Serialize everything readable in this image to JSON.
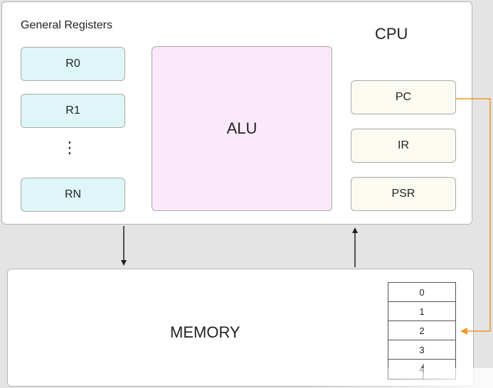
{
  "cpu": {
    "title": "CPU",
    "general_registers": {
      "heading": "General Registers",
      "items": [
        "R0",
        "R1",
        "⋮",
        "RN"
      ]
    },
    "alu_label": "ALU",
    "special_registers": [
      "PC",
      "IR",
      "PSR"
    ]
  },
  "memory": {
    "label": "MEMORY",
    "cells": [
      "0",
      "1",
      "2",
      "3",
      "4"
    ]
  },
  "colors": {
    "general_register_fill": "#dff6f8",
    "alu_fill": "#fbe9fb",
    "special_register_fill": "#fcfbf1",
    "pc_pointer_line": "#f0972c",
    "arrow": "#222222"
  }
}
